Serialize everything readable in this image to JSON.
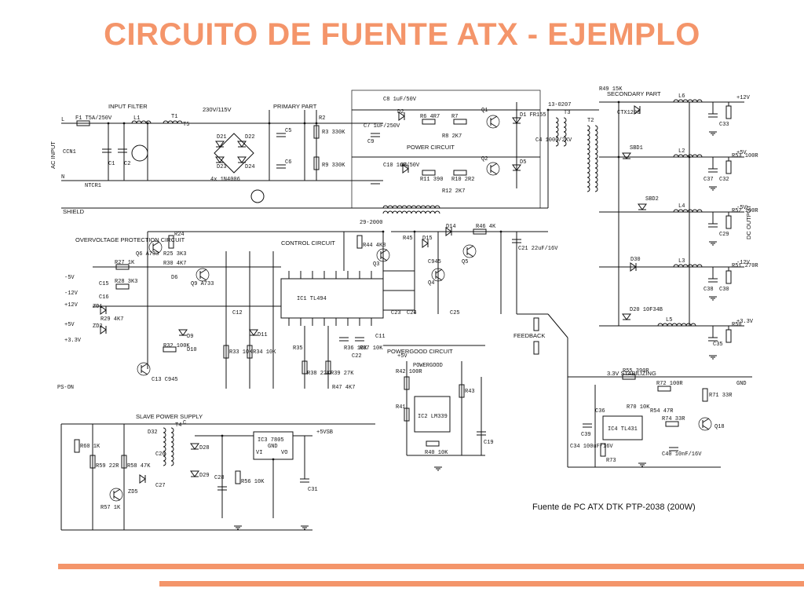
{
  "slide": {
    "title": "CIRCUITO DE FUENTE ATX - EJEMPLO",
    "credit": "Fuente de PC ATX    DTK PTP-2038  (200W)"
  },
  "colors": {
    "title": "#F4956A",
    "bar": "#F4956A",
    "ink": "#111111",
    "background": "#FFFFFF"
  },
  "schematic": {
    "sections": [
      {
        "id": "input-filter",
        "text": "INPUT FILTER"
      },
      {
        "id": "primary-part",
        "text": "PRIMARY PART"
      },
      {
        "id": "secondary-part",
        "text": "SECONDARY PART"
      },
      {
        "id": "power-circuit",
        "text": "POWER CIRCUIT"
      },
      {
        "id": "control-circuit",
        "text": "CONTROL CIRCUIT"
      },
      {
        "id": "overvoltage",
        "text": "OVERVOLTAGE PROTECTION CIRCUIT"
      },
      {
        "id": "powergood",
        "text": "POWERGOOD CIRCUIT"
      },
      {
        "id": "slave-supply",
        "text": "SLAVE POWER SUPPLY"
      },
      {
        "id": "stabilizing",
        "text": "3.3V STABILIZING"
      },
      {
        "id": "dc-output",
        "text": "DC OUTPUT"
      },
      {
        "id": "feedback",
        "text": "FEEDBACK"
      },
      {
        "id": "ac-input",
        "text": "AC INPUT"
      },
      {
        "id": "shield",
        "text": "SHIELD"
      },
      {
        "id": "sel-230",
        "text": "230V/115V"
      }
    ],
    "labels": [
      {
        "id": "l",
        "text": "L"
      },
      {
        "id": "n",
        "text": "N"
      },
      {
        "id": "f1",
        "text": "F1 T5A/250V"
      },
      {
        "id": "ccn1",
        "text": "CCN1"
      },
      {
        "id": "ntcr1",
        "text": "NTCR1"
      },
      {
        "id": "c1",
        "text": "C1"
      },
      {
        "id": "c2",
        "text": "C2"
      },
      {
        "id": "t1",
        "text": "T1"
      },
      {
        "id": "l1",
        "text": "L1"
      },
      {
        "id": "t5",
        "text": "T5"
      },
      {
        "id": "d21",
        "text": "D21"
      },
      {
        "id": "d22",
        "text": "D22"
      },
      {
        "id": "d23",
        "text": "D23"
      },
      {
        "id": "d24",
        "text": "D24"
      },
      {
        "id": "in4006",
        "text": "4x 1N4006"
      },
      {
        "id": "c5",
        "text": "C5"
      },
      {
        "id": "c6",
        "text": "C6"
      },
      {
        "id": "r2",
        "text": "R2"
      },
      {
        "id": "r3",
        "text": "R3 330K"
      },
      {
        "id": "r9",
        "text": "R9 330K"
      },
      {
        "id": "c7",
        "text": "C7 1uF/250V"
      },
      {
        "id": "c8",
        "text": "C8 1uF/50V"
      },
      {
        "id": "q1",
        "text": "Q1"
      },
      {
        "id": "q2",
        "text": "Q2"
      },
      {
        "id": "r6",
        "text": "R6 4R7"
      },
      {
        "id": "r7",
        "text": "R7"
      },
      {
        "id": "r8",
        "text": "R8 2K7"
      },
      {
        "id": "r10",
        "text": "R10 2R2"
      },
      {
        "id": "r11",
        "text": "R11 390"
      },
      {
        "id": "r12",
        "text": "R12 2K7"
      },
      {
        "id": "c9",
        "text": "C9"
      },
      {
        "id": "c10",
        "text": "C10 1uF/50V"
      },
      {
        "id": "d1",
        "text": "D1 FR155"
      },
      {
        "id": "d2",
        "text": "D2"
      },
      {
        "id": "d4",
        "text": "D4"
      },
      {
        "id": "d5",
        "text": "D5"
      },
      {
        "id": "c4",
        "text": "C4 1000/2KV"
      },
      {
        "id": "t3",
        "text": "T3"
      },
      {
        "id": "t2",
        "text": "T2"
      },
      {
        "id": "t29",
        "text": "29-2000"
      },
      {
        "id": "t13",
        "text": "13-0207"
      },
      {
        "id": "r49",
        "text": "R49 15K"
      },
      {
        "id": "ctx",
        "text": "CTX1200"
      },
      {
        "id": "sbd1",
        "text": "SBD1"
      },
      {
        "id": "sbd2",
        "text": "SBD2"
      },
      {
        "id": "l6",
        "text": "L6"
      },
      {
        "id": "l2",
        "text": "L2"
      },
      {
        "id": "l4",
        "text": "L4"
      },
      {
        "id": "l3",
        "text": "L3"
      },
      {
        "id": "l5",
        "text": "L5"
      },
      {
        "id": "r53",
        "text": "R53 100R"
      },
      {
        "id": "r52",
        "text": "R52 100R"
      },
      {
        "id": "r51",
        "text": "R51 270R"
      },
      {
        "id": "r50",
        "text": "R50"
      },
      {
        "id": "d20",
        "text": "D20 10F34B"
      },
      {
        "id": "d30",
        "text": "D30"
      },
      {
        "id": "q6",
        "text": "Q6 A733"
      },
      {
        "id": "r24",
        "text": "R24"
      },
      {
        "id": "r25",
        "text": "R25 3K3"
      },
      {
        "id": "r28",
        "text": "R28 3K3"
      },
      {
        "id": "r27",
        "text": "R27 1K"
      },
      {
        "id": "r29",
        "text": "R29 4K7"
      },
      {
        "id": "r30",
        "text": "R30 4K7"
      },
      {
        "id": "d6",
        "text": "D6"
      },
      {
        "id": "zd1",
        "text": "ZD1"
      },
      {
        "id": "zd2",
        "text": "ZD2"
      },
      {
        "id": "d9",
        "text": "D9"
      },
      {
        "id": "d10",
        "text": "D10"
      },
      {
        "id": "r32",
        "text": "R32 100K"
      },
      {
        "id": "r33",
        "text": "R33 10K"
      },
      {
        "id": "r34",
        "text": "R34 10K"
      },
      {
        "id": "d11",
        "text": "D11"
      },
      {
        "id": "q9",
        "text": "Q9 A733"
      },
      {
        "id": "c12",
        "text": "C12"
      },
      {
        "id": "c13",
        "text": "C13 C945"
      },
      {
        "id": "ic1",
        "text": "IC1 TL494"
      },
      {
        "id": "q3",
        "text": "Q3"
      },
      {
        "id": "q4",
        "text": "Q4"
      },
      {
        "id": "q5",
        "text": "Q5"
      },
      {
        "id": "r44",
        "text": "R44 4K8"
      },
      {
        "id": "r45",
        "text": "R45"
      },
      {
        "id": "r46",
        "text": "R46 4K"
      },
      {
        "id": "c21",
        "text": "C21 22uF/16V"
      },
      {
        "id": "d15",
        "text": "D15"
      },
      {
        "id": "d14",
        "text": "D14"
      },
      {
        "id": "c946",
        "text": "C945"
      },
      {
        "id": "r47",
        "text": "R47 4K7"
      },
      {
        "id": "r38",
        "text": "R38 22K"
      },
      {
        "id": "r39",
        "text": "R39 27K"
      },
      {
        "id": "r36",
        "text": "R36 10K"
      },
      {
        "id": "r37",
        "text": "R37 10K"
      },
      {
        "id": "r35",
        "text": "R35"
      },
      {
        "id": "c15",
        "text": "C15"
      },
      {
        "id": "c16",
        "text": "C16"
      },
      {
        "id": "c11",
        "text": "C11"
      },
      {
        "id": "ic2",
        "text": "IC2 LM339"
      },
      {
        "id": "r40",
        "text": "R40 10K"
      },
      {
        "id": "r41",
        "text": "R41"
      },
      {
        "id": "r42",
        "text": "R42 100R"
      },
      {
        "id": "r43",
        "text": "R43"
      },
      {
        "id": "c19",
        "text": "C19"
      },
      {
        "id": "plus5v",
        "text": "+5V"
      },
      {
        "id": "pg",
        "text": "POWERGOOD"
      },
      {
        "id": "r56",
        "text": "R56 10K"
      },
      {
        "id": "ic3",
        "text": "IC3 7805"
      },
      {
        "id": "vi",
        "text": "VI"
      },
      {
        "id": "vo",
        "text": "VO"
      },
      {
        "id": "gnd",
        "text": "GND"
      },
      {
        "id": "c28",
        "text": "C28"
      },
      {
        "id": "c31",
        "text": "C31"
      },
      {
        "id": "d28",
        "text": "D28"
      },
      {
        "id": "d29",
        "text": "D29"
      },
      {
        "id": "d32",
        "text": "D32"
      },
      {
        "id": "zd5",
        "text": "ZD5"
      },
      {
        "id": "c26",
        "text": "C26"
      },
      {
        "id": "c27",
        "text": "C27"
      },
      {
        "id": "t4",
        "text": "T4"
      },
      {
        "id": "r55",
        "text": "R55 390R"
      },
      {
        "id": "r54",
        "text": "R54 47R"
      },
      {
        "id": "c34",
        "text": "C34 100uF/16V"
      },
      {
        "id": "c35",
        "text": "C35"
      },
      {
        "id": "c36",
        "text": "C36"
      },
      {
        "id": "r72",
        "text": "R72 100R"
      },
      {
        "id": "r71",
        "text": "R71 33R"
      },
      {
        "id": "r74",
        "text": "R74 33R"
      },
      {
        "id": "r70",
        "text": "R70 10K"
      },
      {
        "id": "ic4",
        "text": "IC4 TL431"
      },
      {
        "id": "q18",
        "text": "Q18"
      },
      {
        "id": "c39",
        "text": "C39"
      },
      {
        "id": "r73",
        "text": "R73"
      },
      {
        "id": "c40",
        "text": "C40 10nF/16V"
      },
      {
        "id": "plus12",
        "text": "+12V"
      },
      {
        "id": "plus5",
        "text": "+5V"
      },
      {
        "id": "minus5",
        "text": "-5V"
      },
      {
        "id": "minus12",
        "text": "-12V"
      },
      {
        "id": "plus33",
        "text": "+3.3V"
      },
      {
        "id": "gndout",
        "text": "GND"
      },
      {
        "id": "plus5vsb",
        "text": "+5VSB"
      },
      {
        "id": "plus5in",
        "text": "+5V"
      },
      {
        "id": "ps-on",
        "text": "PS-ON"
      },
      {
        "id": "minus5in",
        "text": "-5V"
      },
      {
        "id": "minus12in",
        "text": "-12V"
      },
      {
        "id": "plus12in",
        "text": "+12V"
      },
      {
        "id": "plus33in",
        "text": "+3.3V"
      },
      {
        "id": "cbox",
        "text": "C"
      },
      {
        "id": "r60",
        "text": "R60 1K"
      },
      {
        "id": "r59",
        "text": "R59 22R"
      },
      {
        "id": "r58",
        "text": "R58 47K"
      },
      {
        "id": "r57",
        "text": "R57 1K"
      },
      {
        "id": "c29",
        "text": "C29"
      },
      {
        "id": "c30",
        "text": "C30"
      },
      {
        "id": "c32",
        "text": "C32"
      },
      {
        "id": "c33",
        "text": "C33"
      },
      {
        "id": "c37",
        "text": "C37"
      },
      {
        "id": "c38",
        "text": "C38"
      },
      {
        "id": "c22",
        "text": "C22"
      },
      {
        "id": "c23",
        "text": "C23"
      },
      {
        "id": "c24",
        "text": "C24"
      },
      {
        "id": "c25",
        "text": "C25"
      }
    ]
  }
}
